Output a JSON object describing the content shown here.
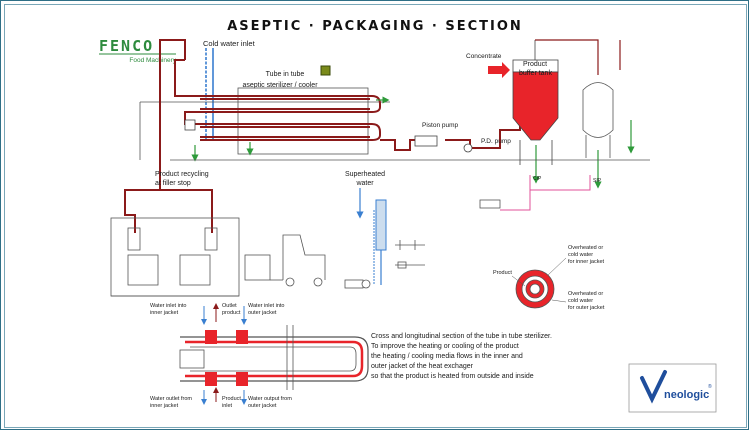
{
  "title": "ASEPTIC · PACKAGING · SECTION",
  "brand": {
    "name": "FENCO",
    "tagline": "Food Machinery",
    "color": "#2e8b3e"
  },
  "labels": {
    "cold_water_inlet": "Cold water inlet",
    "tube_sterilizer_line1": "Tube in tube",
    "tube_sterilizer_line2": "aseptic sterilizer / cooler",
    "concentrate": "Concentrate",
    "buffer_tank_line1": "Product",
    "buffer_tank_line2": "buffer tank",
    "piston_pump": "Piston pump",
    "pd_pump": "P.D. pump",
    "recycling_line1": "Product recycling",
    "recycling_line2": "at filler stop",
    "superheated_line1": "Superheated",
    "superheated_line2": "water",
    "cip": "CIP",
    "sip": "SIP",
    "product": "Product",
    "overheated_top": [
      "Overheated or",
      "cold water",
      "for inner jacket"
    ],
    "overheated_bottom": [
      "Overheated or",
      "cold water",
      "for outer jacket"
    ],
    "water_inlet_inner": [
      "Water inlet into",
      "inner jacket"
    ],
    "outlet_product": [
      "Outlet",
      "product"
    ],
    "water_inlet_outer": [
      "Water inlet into",
      "outer jacket"
    ],
    "water_outlet_inner": [
      "Water outlet from",
      "inner jacket"
    ],
    "product_inlet": [
      "Product",
      "inlet"
    ],
    "water_output_outer": [
      "Water output from",
      "outer jacket"
    ]
  },
  "description": [
    "Cross and longitudinal section of the tube in tube sterilizer.",
    "To improve the heating or cooling of the product",
    "the heating / cooling media flows in the inner and",
    "outer jacket of the heat exchager",
    "so that the product is heated from outside and inside"
  ],
  "footer_logo": {
    "name": "neologic",
    "mark": "®",
    "color": "#1f4e9c"
  },
  "colors": {
    "product_line": "#8b1a1a",
    "water_line": "#3a7fd0",
    "tank_red": "#e8242a",
    "green": "#2e9a3a"
  }
}
